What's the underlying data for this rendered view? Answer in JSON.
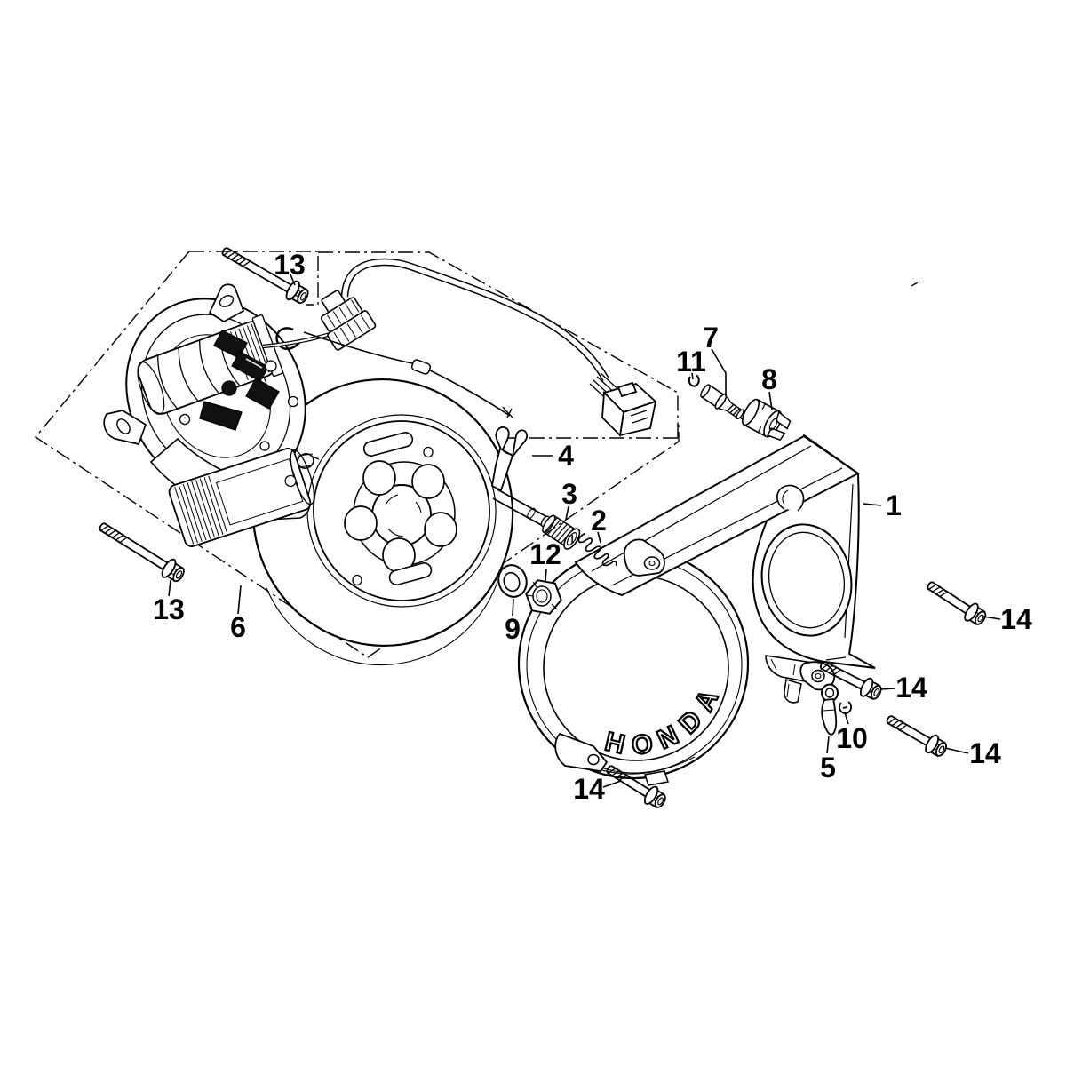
{
  "diagram": {
    "type": "exploded-parts-diagram",
    "colors": {
      "background": "#ffffff",
      "ink": "#000000"
    },
    "cover": {
      "logo": "HONDA",
      "logo_letters": [
        {
          "ch": "H"
        },
        {
          "ch": "O"
        },
        {
          "ch": "N"
        },
        {
          "ch": "D"
        },
        {
          "ch": "A"
        }
      ]
    }
  },
  "callouts": [
    {
      "part": "13"
    },
    {
      "part": "7"
    },
    {
      "part": "11"
    },
    {
      "part": "8"
    },
    {
      "part": "4"
    },
    {
      "part": "3"
    },
    {
      "part": "2"
    },
    {
      "part": "1"
    },
    {
      "part": "12"
    },
    {
      "part": "9"
    },
    {
      "part": "13"
    },
    {
      "part": "6"
    },
    {
      "part": "14"
    },
    {
      "part": "14"
    },
    {
      "part": "10"
    },
    {
      "part": "5"
    },
    {
      "part": "14"
    },
    {
      "part": "14"
    }
  ]
}
